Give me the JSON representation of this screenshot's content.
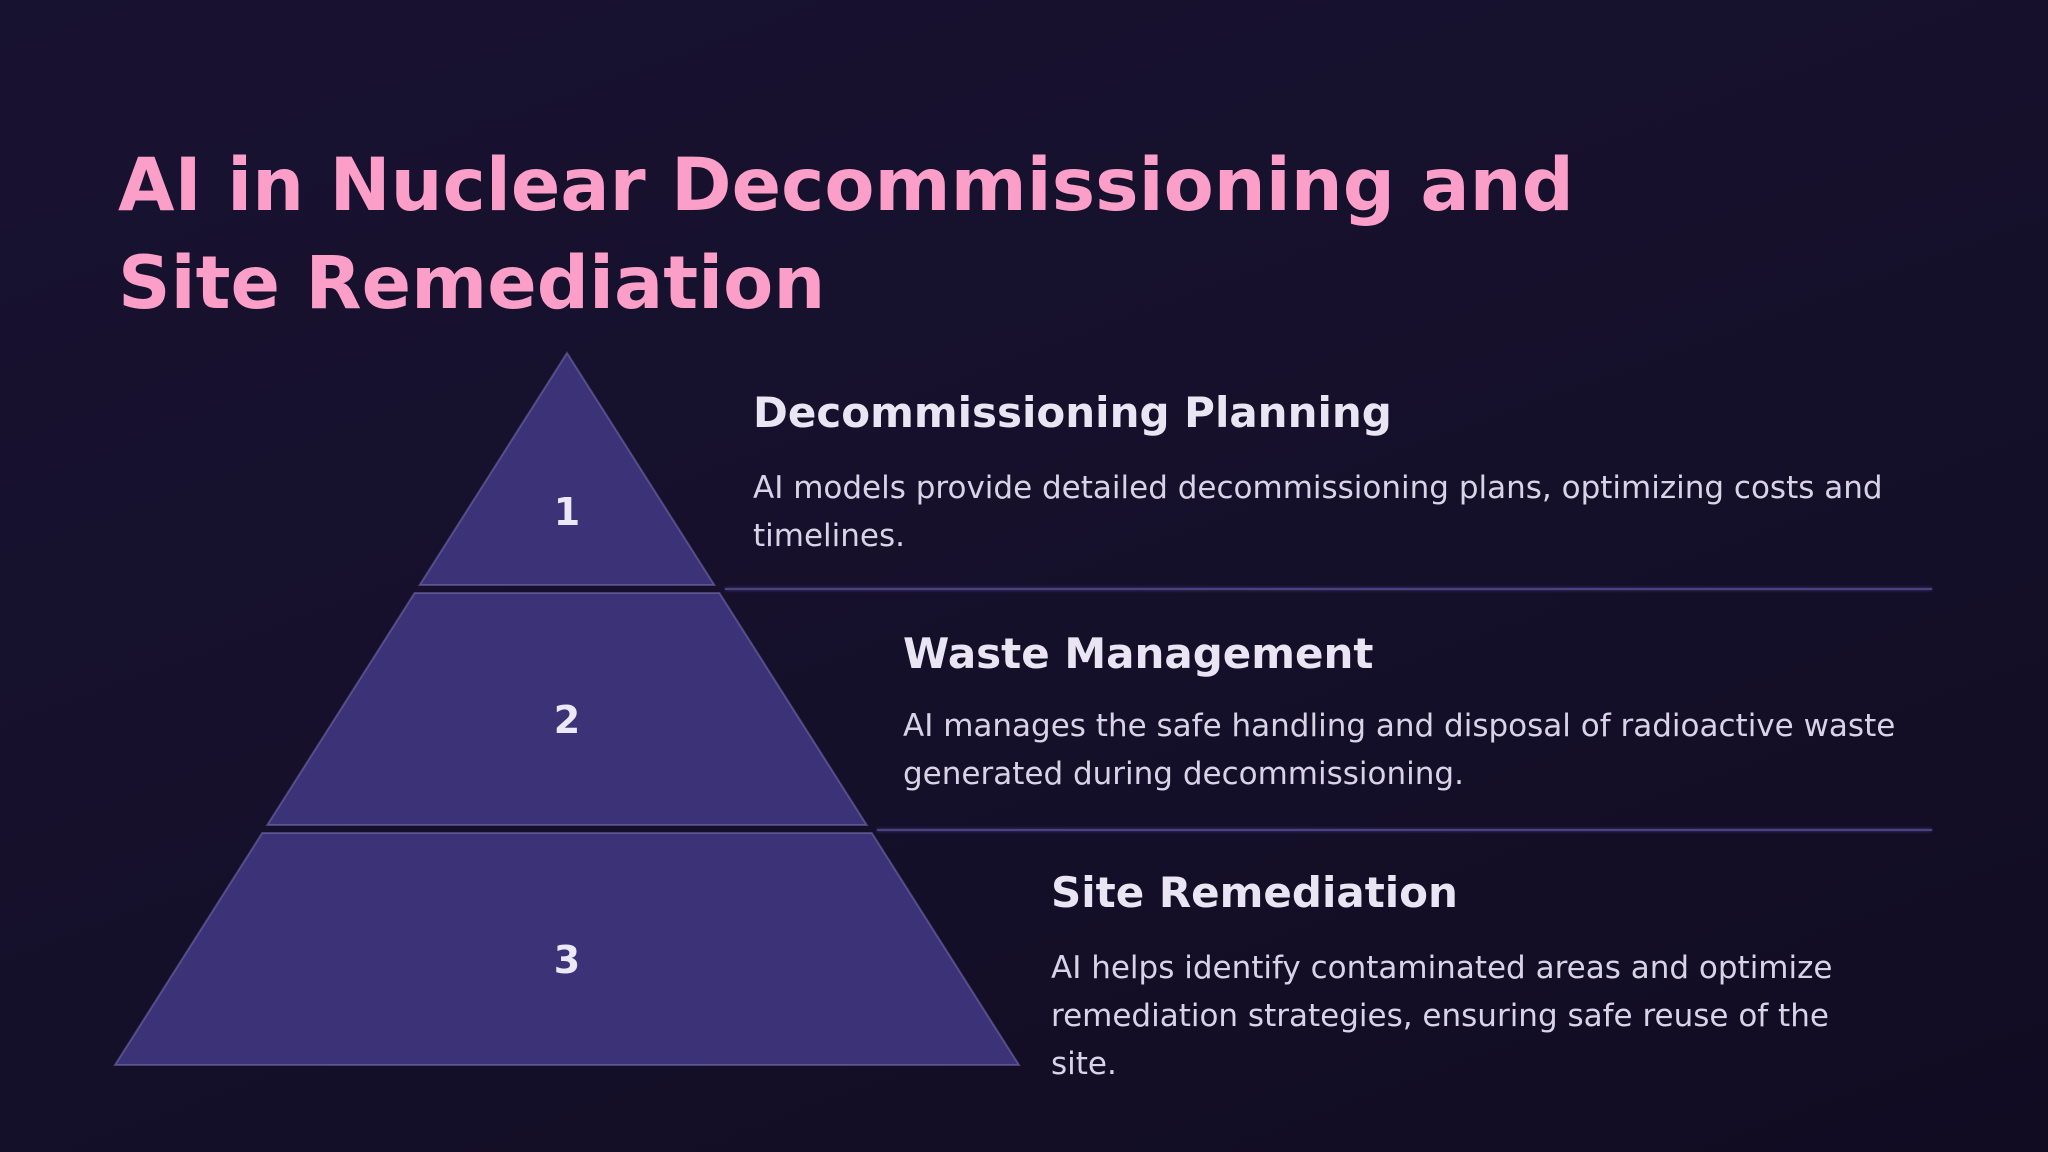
{
  "slide": {
    "title": "AI in Nuclear Decommissioning and Site Remediation",
    "colors": {
      "background_top": "#181231",
      "background_bottom": "#110c22",
      "title_pink": "#fb9fc9",
      "heading_text": "#e9e5f2",
      "body_text": "#d8d3e6",
      "pyramid_fill": "#3c3278",
      "pyramid_edge": "#8b80c4",
      "divider": "#4b4284",
      "level_number": "#ece8f6"
    },
    "pyramid": {
      "levels": [
        {
          "number": "1"
        },
        {
          "number": "2"
        },
        {
          "number": "3"
        }
      ]
    },
    "sections": [
      {
        "number": "1",
        "heading": "Decommissioning Planning",
        "body": "AI models provide detailed decommissioning plans, optimizing costs and timelines."
      },
      {
        "number": "2",
        "heading": "Waste Management",
        "body": "AI manages the safe handling and disposal of radioactive waste generated during decommissioning."
      },
      {
        "number": "3",
        "heading": "Site Remediation",
        "body": "AI helps identify contaminated areas and optimize remediation strategies, ensuring safe reuse of the site."
      }
    ]
  }
}
